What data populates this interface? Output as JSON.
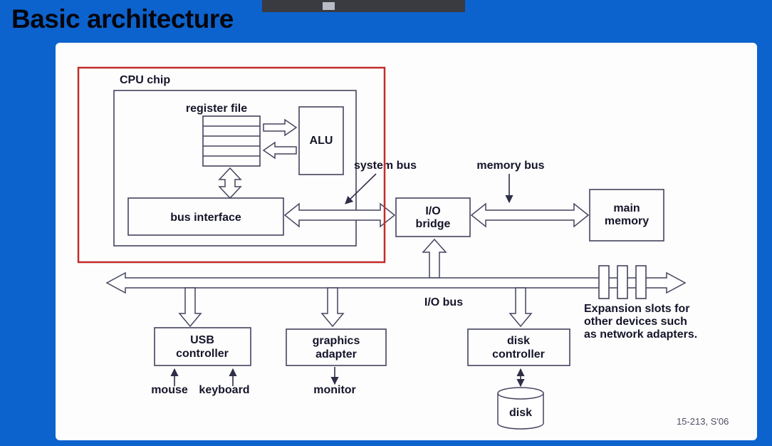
{
  "slide": {
    "title": "Basic architecture",
    "credit": "15-213, S'06"
  },
  "colors": {
    "background": "#0d63cd",
    "panel": "#fdfdfd",
    "highlight_red": "#c22d28",
    "diagram_line": "#44445e",
    "title_text": "#06060f"
  },
  "diagram": {
    "cpu_chip_label": "CPU chip",
    "register_file_label": "register file",
    "alu_label": "ALU",
    "bus_interface_label": "bus interface",
    "system_bus_label": "system bus",
    "memory_bus_label": "memory bus",
    "io_bridge": {
      "line1": "I/O",
      "line2": "bridge"
    },
    "main_memory": {
      "line1": "main",
      "line2": "memory"
    },
    "io_bus_label": "I/O bus",
    "usb_controller": {
      "line1": "USB",
      "line2": "controller"
    },
    "graphics_adapter": {
      "line1": "graphics",
      "line2": "adapter"
    },
    "disk_controller": {
      "line1": "disk",
      "line2": "controller"
    },
    "mouse_label": "mouse",
    "keyboard_label": "keyboard",
    "monitor_label": "monitor",
    "disk_label": "disk",
    "expansion_note": {
      "line1": "Expansion slots for",
      "line2": "other devices such",
      "line3": "as network adapters."
    }
  }
}
